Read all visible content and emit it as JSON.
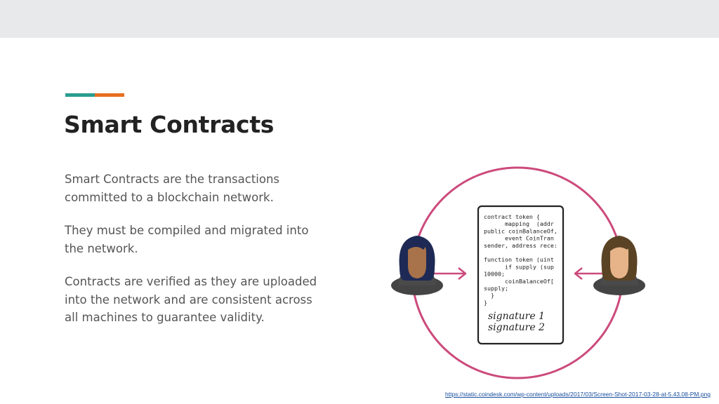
{
  "slide": {
    "title": "Smart Contracts",
    "paragraphs": [
      "Smart Contracts are the transactions committed to a blockchain network.",
      "They must be compiled and migrated into the network.",
      "Contracts are verified as they are uploaded into the network and are consistent across all machines to guarantee validity."
    ],
    "source_link": "https://static.coindesk.com/wp-content/uploads/2017/03/Screen-Shot-2017-03-28-at-5.43.08-PM.png"
  },
  "illustration": {
    "contract_code": [
      "contract token {",
      "      mapping  (addr",
      "public coinBalanceOf,",
      "      event CoinTran",
      "sender, address rece:",
      "",
      "function token (uint",
      "      if supply (sup",
      "10000;",
      "      coinBalanceOf[",
      "supply;",
      "  }",
      "}"
    ],
    "signatures": [
      "signature 1",
      "signature 2"
    ]
  },
  "colors": {
    "topbar": "#e8e9ea",
    "accent_teal": "#2a9d8f",
    "accent_orange": "#e76f1f",
    "circle": "#cc4a7c",
    "arrow": "#cc4a7c",
    "link": "#1a4fa0"
  }
}
